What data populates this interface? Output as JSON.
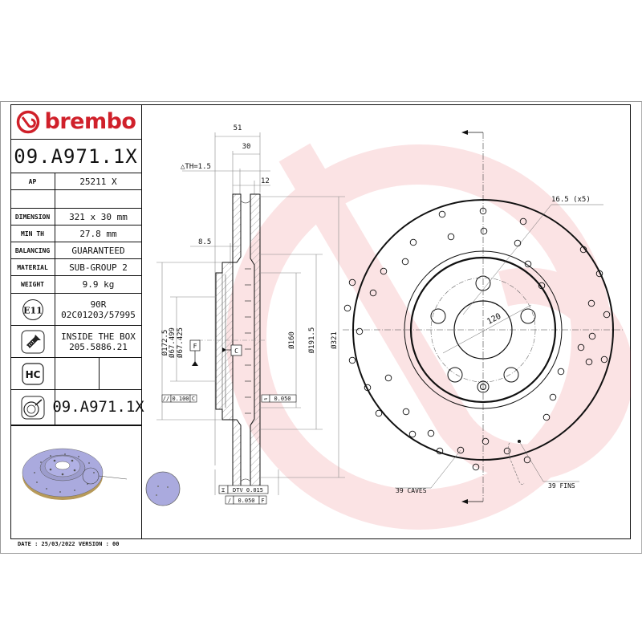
{
  "brand": {
    "name": "brembo",
    "color": "#d0202a"
  },
  "part_number": "09.A971.1X",
  "specs": [
    {
      "label": "AP",
      "value": "25211 X"
    },
    {
      "label": "",
      "value": ""
    },
    {
      "label": "DIMENSION",
      "value": "321 x 30 mm"
    },
    {
      "label": "MIN TH",
      "value": "27.8 mm"
    },
    {
      "label": "BALANCING",
      "value": "GUARANTEED"
    },
    {
      "label": "MATERIAL",
      "value": "SUB-GROUP 2"
    },
    {
      "label": "WEIGHT",
      "value": "9.9 kg"
    }
  ],
  "homologation": {
    "icon": "e11-mark",
    "icon_text": "E11",
    "line1": "90R",
    "line2": "02C01203/57995"
  },
  "screw": {
    "icon": "screw-icon",
    "line1": "INSIDE THE BOX",
    "line2": "205.5886.21"
  },
  "hc": {
    "icon_text": "HC"
  },
  "disc_code": {
    "icon": "disc-icon",
    "value": "09.A971.1X"
  },
  "footer": {
    "text": "DATE : 25/03/2022 VERSION : 00"
  },
  "section_view": {
    "dims": {
      "overall_height": "51",
      "thickness": "30",
      "delta_th": "△TH=1.5",
      "fin_width": "12",
      "hat_offset": "8.5",
      "d_172": "Ø172.5",
      "d_center_max": "Ø67.499",
      "d_center_min": "Ø67.425",
      "d_160": "Ø160",
      "d_191": "Ø191.5",
      "d_321": "Ø321"
    },
    "datums": {
      "f": "F",
      "c": "C"
    },
    "tolerances": {
      "parallelism": "0.100",
      "parallelism_ref": "C",
      "flatness": "0.050",
      "dtv": "DTV 0.015",
      "runout": "0.050",
      "runout_ref": "F"
    }
  },
  "front_view": {
    "bolt_hole": "16.5 (x5)",
    "pcd": "120",
    "caves": "39 CAVES",
    "fins": "39 FINS"
  }
}
